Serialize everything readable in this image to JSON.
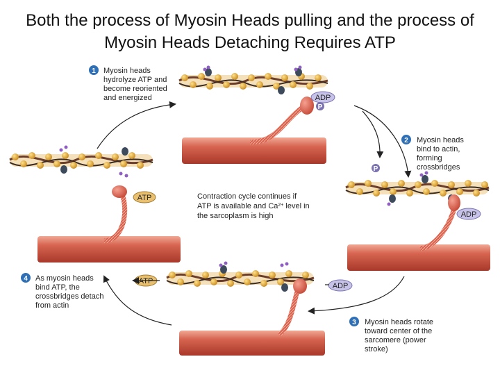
{
  "title_line1": "Both the process of Myosin Heads pulling and the process of",
  "title_line2": "Myosin Heads Detaching Requires ATP",
  "steps": [
    {
      "num": "1",
      "lines": [
        "Myosin heads",
        "hydrolyze ATP and",
        "become reoriented",
        "and energized"
      ]
    },
    {
      "num": "2",
      "lines": [
        "Myosin heads",
        "bind to actin,",
        "forming",
        "crossbridges"
      ]
    },
    {
      "num": "3",
      "lines": [
        "Myosin heads rotate",
        "toward center of the",
        "sarcomere (power",
        "stroke)"
      ]
    },
    {
      "num": "4",
      "lines": [
        "As myosin heads",
        "bind ATP, the",
        "crossbridges detach",
        "from actin"
      ]
    }
  ],
  "center_text": [
    "Contraction cycle continues if",
    "ATP is available and Ca",
    "sarcoplasm is high"
  ],
  "center_text_line2_suffix": " level in",
  "center_text_prefix3": "the",
  "ca_superscript": "2+",
  "labels": {
    "adp": "ADP",
    "atp": "ATP",
    "p": "P"
  },
  "colors": {
    "muscle": "#c8523f",
    "muscle_light": "#e59a86",
    "actin_bead": "#e0a63a",
    "tropomyosin": "#6b3d2a",
    "badge": "#2f6fb5",
    "arrow": "#222222",
    "pill_fill": "#c7c3e8"
  }
}
